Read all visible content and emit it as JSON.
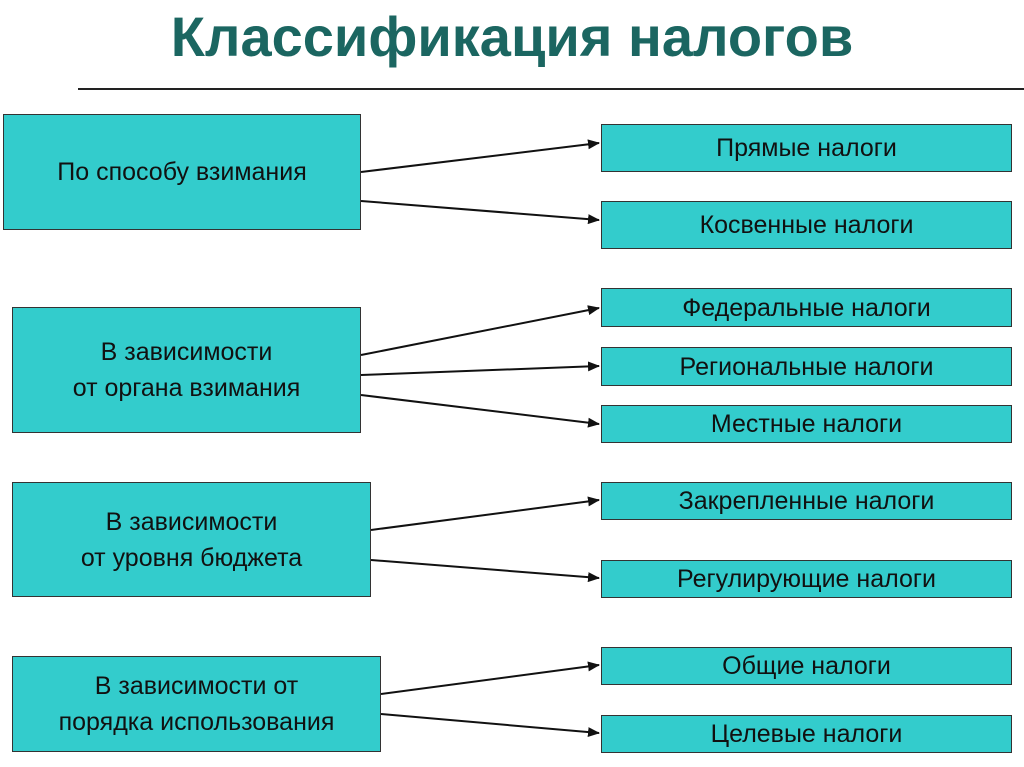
{
  "title": "Классификация налогов",
  "groups": [
    {
      "label": "По способу взимания",
      "items": [
        "Прямые налоги",
        "Косвенные налоги"
      ]
    },
    {
      "label_lines": [
        "В зависимости",
        "от органа взимания"
      ],
      "items": [
        "Федеральные налоги",
        "Региональные налоги",
        "Местные налоги"
      ]
    },
    {
      "label_lines": [
        "В зависимости",
        "от уровня бюджета"
      ],
      "items": [
        "Закрепленные налоги",
        "Регулирующие налоги"
      ]
    },
    {
      "label_lines": [
        "В зависимости от",
        "порядка использования"
      ],
      "items": [
        "Общие налоги",
        "Целевые налоги"
      ]
    }
  ],
  "colors": {
    "title": "#1b6661",
    "box_fill": "#33cccc",
    "border": "#333333"
  }
}
